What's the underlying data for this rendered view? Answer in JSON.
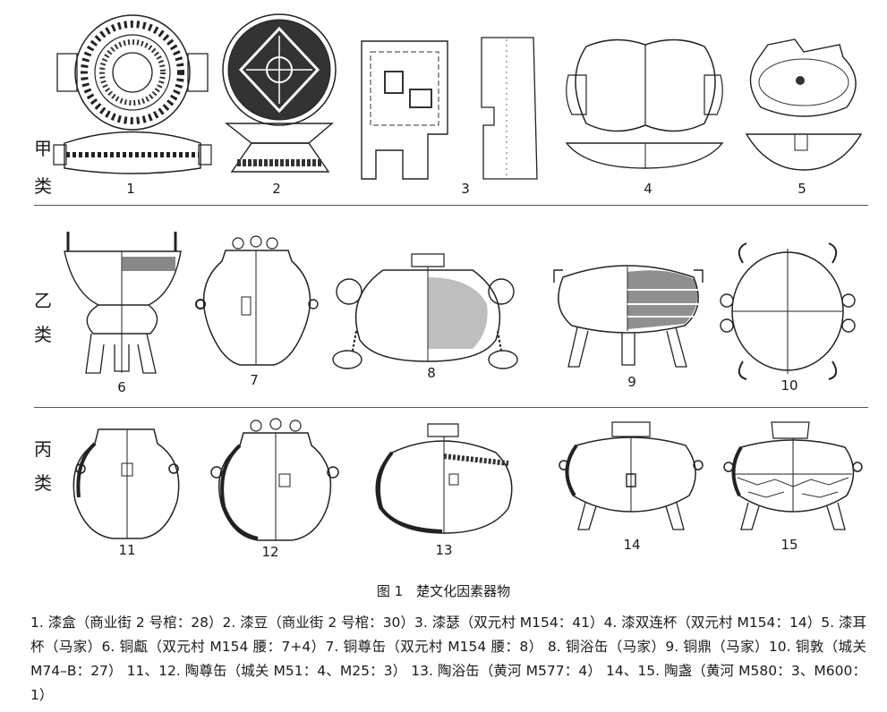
{
  "rows": [
    {
      "label_chars": [
        "甲",
        "类"
      ]
    },
    {
      "label_chars": [
        "乙",
        "类"
      ]
    },
    {
      "label_chars": [
        "丙",
        "类"
      ]
    }
  ],
  "items": [
    "1",
    "2",
    "3",
    "4",
    "5",
    "6",
    "7",
    "8",
    "9",
    "10",
    "11",
    "12",
    "13",
    "14",
    "15"
  ],
  "caption": {
    "title": "图 1　楚文化因素器物",
    "body": "1. 漆盒（商业街 2 号棺：28）2. 漆豆（商业街 2 号棺：30）3. 漆瑟（双元村 M154：41）4. 漆双连杯（双元村 M154：14）5. 漆耳杯（马家）6. 铜甗（双元村 M154 腰：7+4）7. 铜尊缶（双元村 M154 腰：8） 8. 铜浴缶（马家）9. 铜鼎（马家）10. 铜敦（城关 M74–B：27） 11、12. 陶尊缶（城关 M51：4、M25：3） 13. 陶浴缶（黄河 M577：4） 14、15. 陶盏（黄河 M580：3、M600：1）"
  }
}
